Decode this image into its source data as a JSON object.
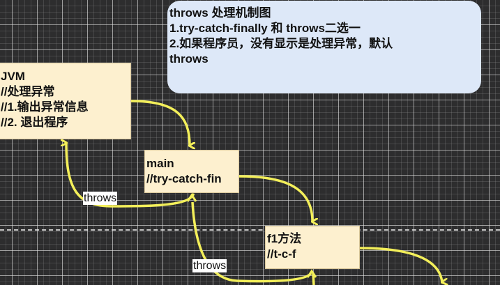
{
  "colors": {
    "background": "#2d2d2e",
    "grid": "#e6e6e6",
    "note_fill": "#dde8f8",
    "box_fill": "#fdf0cf",
    "arrow": "#f3ef5a",
    "label_bg": "#ffffff",
    "text": "#111111"
  },
  "note": {
    "lines": [
      "throws 处理机制图",
      "1.try-catch-finally 和 throws二选一",
      "2.如果程序员，没有显示是处理异常，默认",
      "throws"
    ]
  },
  "nodes": {
    "jvm": {
      "lines": [
        "JVM",
        "//处理异常",
        "//1.输出异常信息",
        "//2. 退出程序"
      ]
    },
    "main": {
      "lines": [
        "main",
        "//try-catch-fin"
      ]
    },
    "f1": {
      "lines": [
        "f1方法",
        "//t-c-f"
      ]
    }
  },
  "edges": [
    {
      "from": "jvm",
      "to": "main",
      "label": ""
    },
    {
      "from": "main",
      "to": "f1",
      "label": ""
    },
    {
      "from": "f1",
      "to": "offscreen",
      "label": ""
    },
    {
      "from": "main",
      "to": "jvm",
      "label": "throws"
    },
    {
      "from": "f1",
      "to": "main",
      "label": "throws"
    },
    {
      "from": "offscreen",
      "to": "f1",
      "label": ""
    }
  ],
  "edge_labels": {
    "throws_main_to_jvm": "throws",
    "throws_f1_to_main": "throws"
  }
}
